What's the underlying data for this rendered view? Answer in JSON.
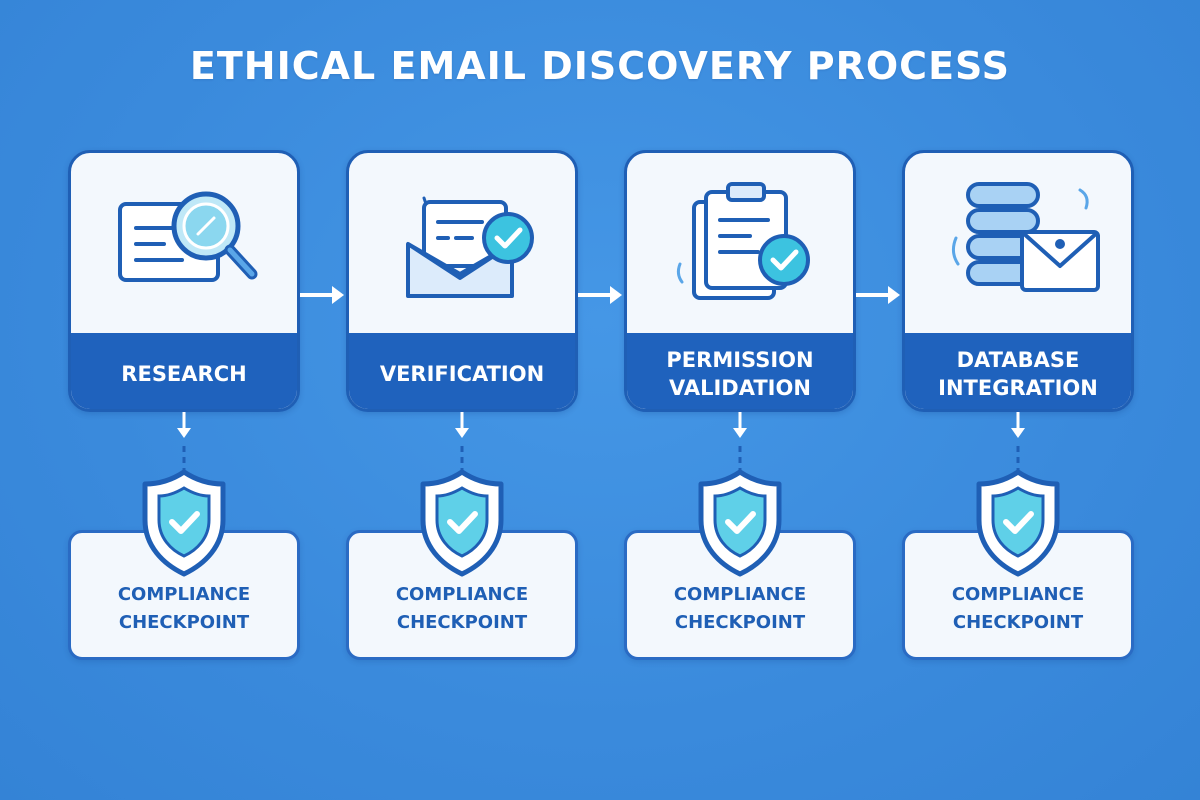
{
  "title": "ETHICAL EMAIL DISCOVERY PROCESS",
  "steps": [
    {
      "label": "RESEARCH",
      "icon": "magnifier-document-icon"
    },
    {
      "label": "VERIFICATION",
      "icon": "envelope-check-icon"
    },
    {
      "label": "PERMISSION\nVALIDATION",
      "icon": "clipboard-check-icon"
    },
    {
      "label": "DATABASE\nINTEGRATION",
      "icon": "database-envelope-icon"
    }
  ],
  "checkpoints": [
    {
      "label": "COMPLIANCE\nCHECKPOINT",
      "icon": "shield-check-icon"
    },
    {
      "label": "COMPLIANCE\nCHECKPOINT",
      "icon": "shield-check-icon"
    },
    {
      "label": "COMPLIANCE\nCHECKPOINT",
      "icon": "shield-check-icon"
    },
    {
      "label": "COMPLIANCE\nCHECKPOINT",
      "icon": "shield-check-icon"
    }
  ],
  "colors": {
    "background": "#3d8fe0",
    "card": "#f3f8fd",
    "band": "#1f62bd",
    "outline": "#1f5fb5",
    "accent": "#3cc3e0"
  }
}
